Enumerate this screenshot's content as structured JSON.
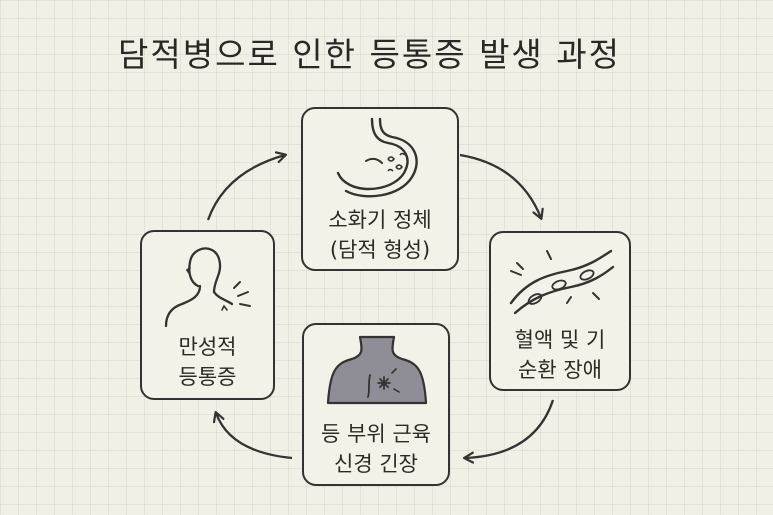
{
  "title": "담적병으로 인한 등통증 발생 과정",
  "steps": [
    {
      "line1": "소화기 정체",
      "line2": "(담적 형성)",
      "icon": "stomach-icon"
    },
    {
      "line1": "혈액 및 기",
      "line2": "순환 장애",
      "icon": "blood-vessel-icon"
    },
    {
      "line1": "등 부위 근육",
      "line2": "신경 긴장",
      "icon": "back-tension-icon"
    },
    {
      "line1": "만성적",
      "line2": "등통증",
      "icon": "shoulder-pain-icon"
    }
  ]
}
